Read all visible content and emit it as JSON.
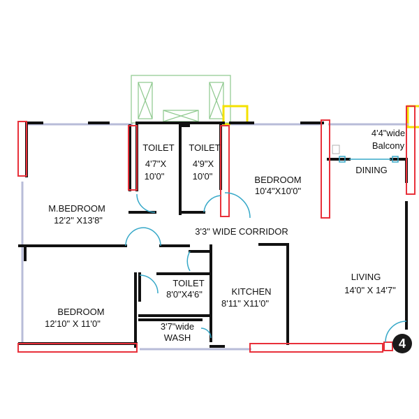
{
  "rooms": {
    "toilet_1": {
      "name": "TOILET",
      "size_a": "4'7\"X",
      "size_b": "10'0\""
    },
    "toilet_2": {
      "name": "TOILET",
      "size_a": "4'9\"X",
      "size_b": "10'0\""
    },
    "bedroom_top": {
      "name": "BEDROOM",
      "size": "10'4\"X10'0\""
    },
    "balcony": {
      "line1": "4'4\"wide",
      "line2": "Balcony"
    },
    "dining": {
      "name": "DINING"
    },
    "master_bedroom": {
      "name": "M.BEDROOM",
      "size": "12'2\" X13'8\""
    },
    "corridor": {
      "label": "3'3\" WIDE CORRIDOR"
    },
    "living": {
      "name": "LIVING",
      "size": "14'0\" X 14'7\""
    },
    "toilet_3": {
      "name": "TOILET",
      "size": "8'0\"X4'6\""
    },
    "kitchen": {
      "name": "KITCHEN",
      "size": "8'11\" X11'0\""
    },
    "bedroom_bottom": {
      "name": "BEDROOM",
      "size": "12'10\" X 11'0\""
    },
    "wash": {
      "line1": "3'7\"wide",
      "line2": "WASH"
    }
  },
  "unit_number": "4",
  "colors": {
    "wall": "#111111",
    "window_frame": "#e8303a",
    "window_glass": "#b8bcd8",
    "door_swing": "#36a8c8",
    "duct_green": "#8dc88d",
    "shaft_yellow": "#f4e200"
  }
}
